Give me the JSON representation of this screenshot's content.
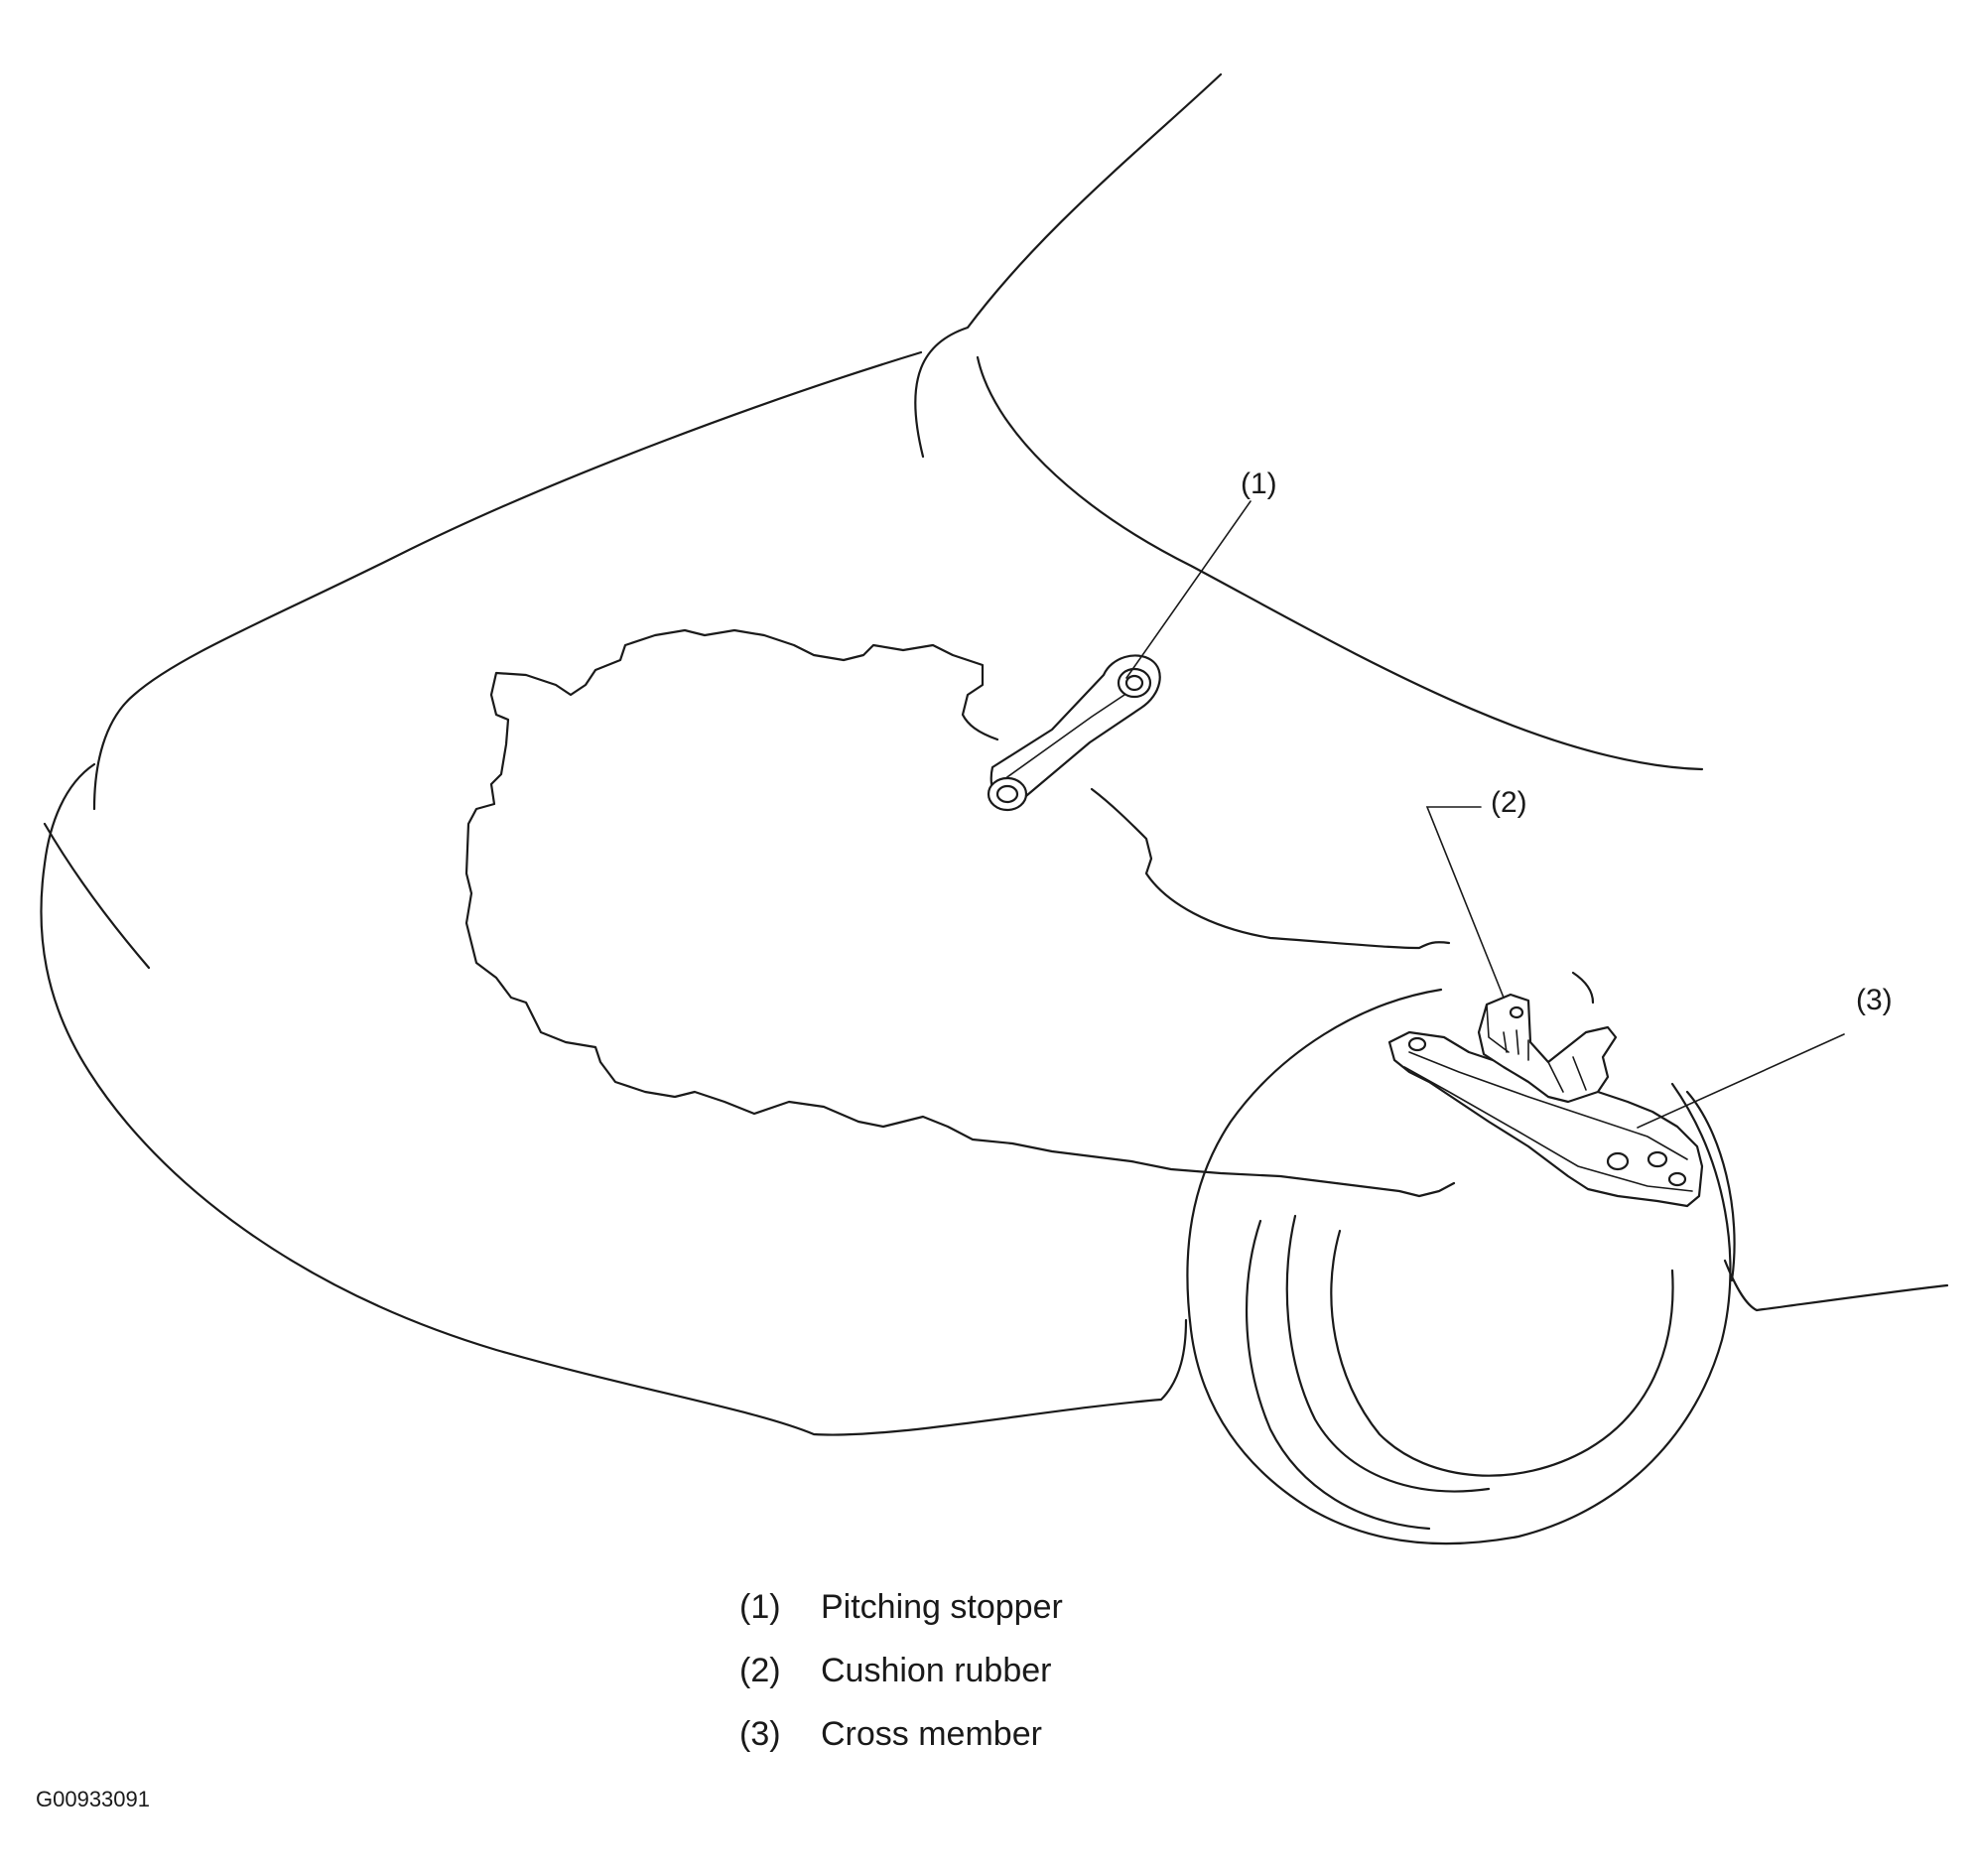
{
  "callouts": [
    {
      "number": "(1)",
      "name": "Pitching stopper"
    },
    {
      "number": "(2)",
      "name": "Cushion rubber"
    },
    {
      "number": "(3)",
      "name": "Cross member"
    }
  ],
  "figure_id": "G00933091"
}
